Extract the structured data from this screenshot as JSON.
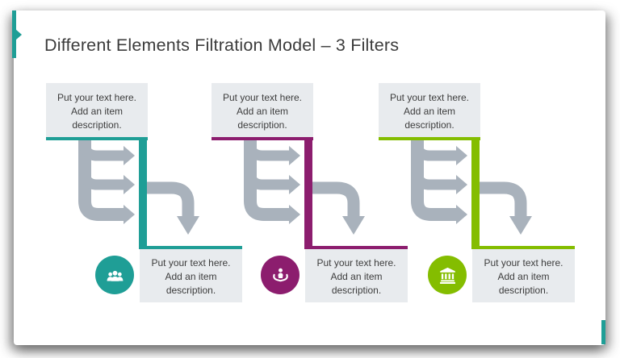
{
  "slide": {
    "title": "Different Elements Filtration Model – 3 Filters",
    "accent_color": "#1f9e96"
  },
  "colors": {
    "arrow_gray": "#a9b2bc",
    "box_bg": "#e8ebee",
    "box_text": "#3d3d3d",
    "title_text": "#3c3c3c"
  },
  "filters": [
    {
      "name": "filter-1",
      "color": "#1f9e96",
      "icon": "people-group-icon",
      "top_text": "Put your text here. Add an item description.",
      "bottom_text": "Put your text here. Add an item description."
    },
    {
      "name": "filter-2",
      "color": "#8c1d6e",
      "icon": "care-hands-icon",
      "top_text": "Put your text here. Add an item description.",
      "bottom_text": "Put your text here. Add an item description."
    },
    {
      "name": "filter-3",
      "color": "#84bd00",
      "icon": "bank-icon",
      "top_text": "Put your text here. Add an item description.",
      "bottom_text": "Put your text here. Add an item description."
    }
  ]
}
